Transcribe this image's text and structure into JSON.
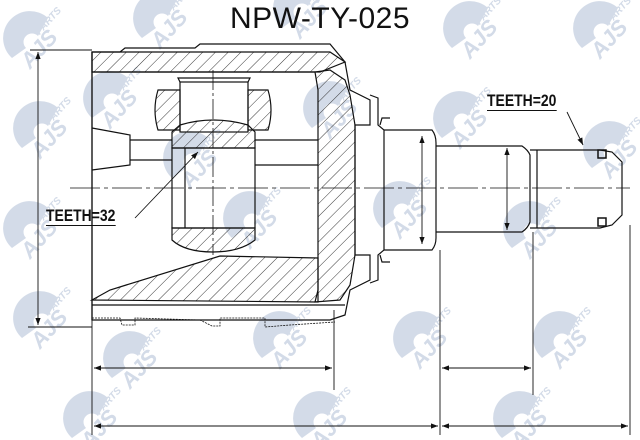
{
  "title": "NPW-TY-025",
  "annotations": {
    "inner_teeth": "TEETH=32",
    "outer_teeth": "TEETH=20"
  },
  "watermark": {
    "brand": "AJS",
    "sub": "PARTS",
    "color": "#c9d3e3"
  },
  "colors": {
    "line": "#111111",
    "background": "#ffffff"
  }
}
